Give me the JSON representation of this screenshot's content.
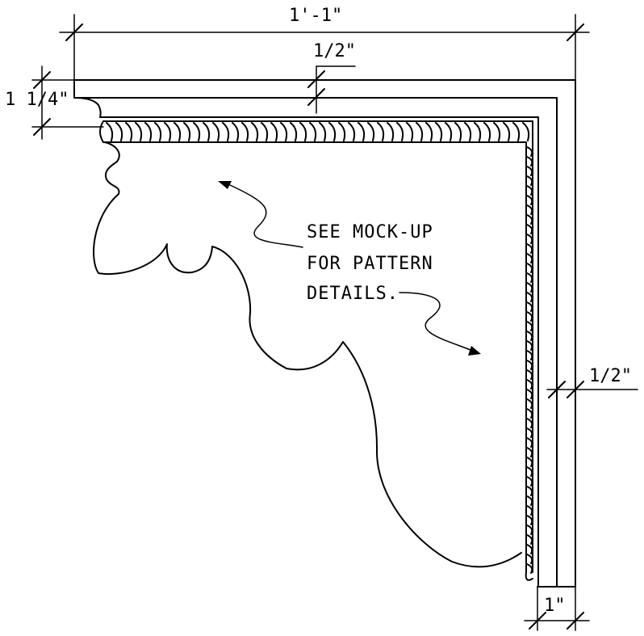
{
  "dimensions": {
    "overall_width": "1'-1\"",
    "top_thickness": "1/2\"",
    "molding_height": "1 1/4\"",
    "side_thickness": "1/2\"",
    "bottom_width": "1\""
  },
  "note": {
    "line1": "SEE MOCK-UP",
    "line2": "FOR PATTERN",
    "line3": "DETAILS."
  }
}
